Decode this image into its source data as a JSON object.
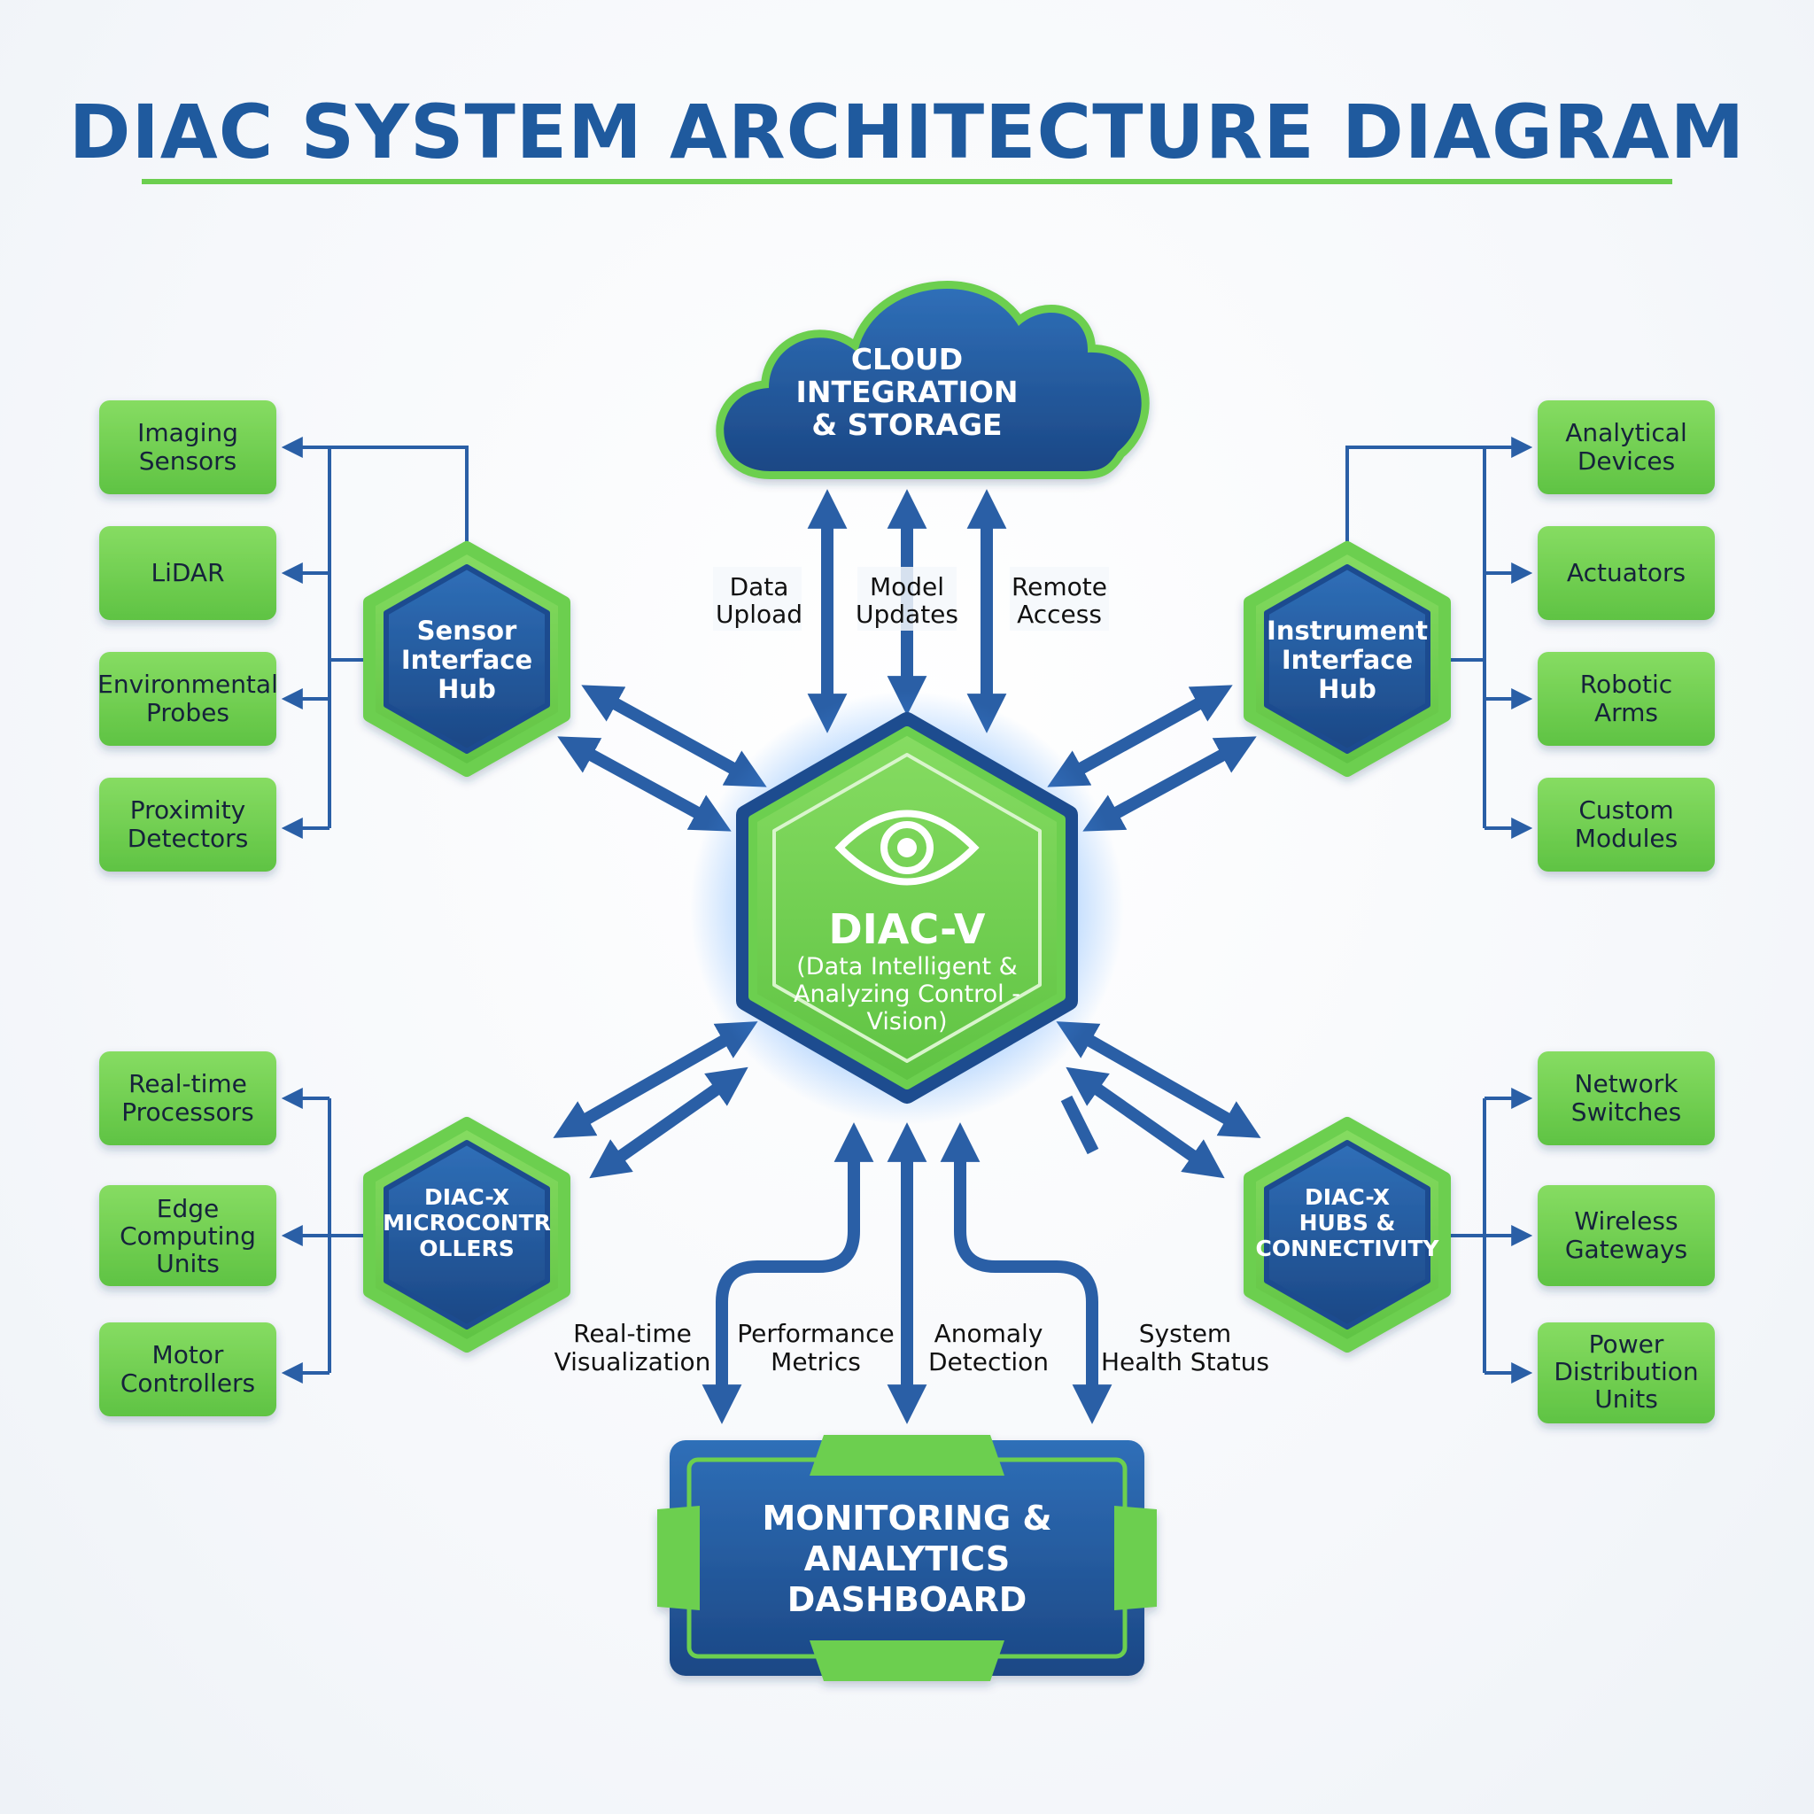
{
  "title": "DIAC SYSTEM ARCHITECTURE DIAGRAM",
  "cloud": {
    "lines": [
      "CLOUD",
      "INTEGRATION",
      "& STORAGE"
    ]
  },
  "cloud_links": [
    {
      "lines": [
        "Data",
        "Upload"
      ]
    },
    {
      "lines": [
        "Model",
        "Updates"
      ]
    },
    {
      "lines": [
        "Remote",
        "Access"
      ]
    }
  ],
  "core": {
    "name": "DIAC-V",
    "lines": [
      "(Data Intelligent &",
      "Analyzing Control -",
      "Vision)"
    ],
    "icon": "eye-icon"
  },
  "hubs": {
    "sensor": {
      "lines": [
        "Sensor",
        "Interface",
        "Hub"
      ]
    },
    "instrument": {
      "lines": [
        "Instrument",
        "Interface",
        "Hub"
      ]
    },
    "micro": {
      "lines": [
        "DIAC-X",
        "MICROCONTR",
        "OLLERS"
      ]
    },
    "connectivity": {
      "lines": [
        "DIAC-X",
        "HUBS &",
        "CONNECTIVITY"
      ]
    }
  },
  "sensor_devices": [
    {
      "lines": [
        "Imaging",
        "Sensors"
      ]
    },
    {
      "lines": [
        "LiDAR"
      ]
    },
    {
      "lines": [
        "Environmental",
        "Probes"
      ]
    },
    {
      "lines": [
        "Proximity",
        "Detectors"
      ]
    }
  ],
  "instrument_devices": [
    {
      "lines": [
        "Analytical",
        "Devices"
      ]
    },
    {
      "lines": [
        "Actuators"
      ]
    },
    {
      "lines": [
        "Robotic",
        "Arms"
      ]
    },
    {
      "lines": [
        "Custom",
        "Modules"
      ]
    }
  ],
  "micro_devices": [
    {
      "lines": [
        "Real-time",
        "Processors"
      ]
    },
    {
      "lines": [
        "Edge",
        "Computing",
        "Units"
      ]
    },
    {
      "lines": [
        "Motor",
        "Controllers"
      ]
    }
  ],
  "connectivity_devices": [
    {
      "lines": [
        "Network",
        "Switches"
      ]
    },
    {
      "lines": [
        "Wireless",
        "Gateways"
      ]
    },
    {
      "lines": [
        "Power",
        "Distribution",
        "Units"
      ]
    }
  ],
  "dashboard_links": [
    {
      "lines": [
        "Real-time",
        "Visualization"
      ]
    },
    {
      "lines": [
        "Performance",
        "Metrics"
      ]
    },
    {
      "lines": [
        "Anomaly",
        "Detection"
      ]
    },
    {
      "lines": [
        "System",
        "Health Status"
      ]
    }
  ],
  "dashboard": {
    "lines": [
      "MONITORING &",
      "ANALYTICS",
      "DASHBOARD"
    ]
  },
  "colors": {
    "blue": "#1f5a9e",
    "dark_blue": "#1d4c8f",
    "green": "#6ccf4f",
    "light_green": "#7fd85c",
    "arrow": "#2a5fa6"
  }
}
